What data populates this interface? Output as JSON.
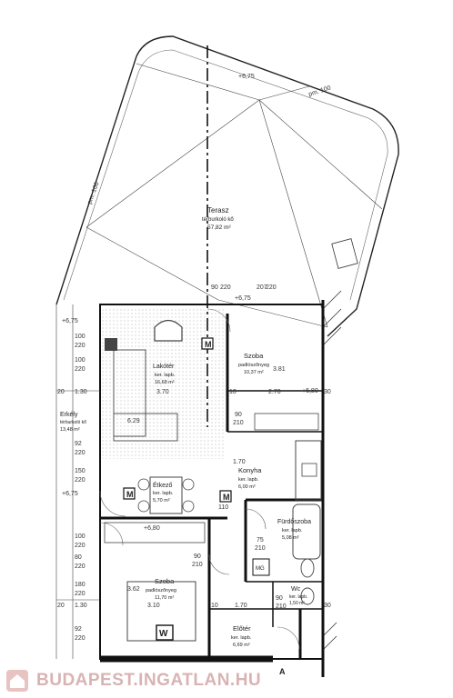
{
  "rooms": [
    {
      "id": "terasz",
      "name": "Terasz",
      "material": "térburkoló kő",
      "area": "57,82 m²"
    },
    {
      "id": "nappali",
      "name": "Lakótér",
      "material": "ker. lapb.",
      "area": "16,68 m²"
    },
    {
      "id": "szoba1",
      "name": "Szoba",
      "material": "padlószőnyeg",
      "area": "10,37 m²"
    },
    {
      "id": "erkely",
      "name": "Erkély",
      "material": "térburkoló kő",
      "area": "13,48 m²"
    },
    {
      "id": "etkezo",
      "name": "Étkező",
      "material": "ker. lapb.",
      "area": "5,70 m²"
    },
    {
      "id": "konyha",
      "name": "Konyha",
      "material": "ker. lapb.",
      "area": "6,00 m²"
    },
    {
      "id": "furdo",
      "name": "Fürdőszoba",
      "material": "ker. lapb.",
      "area": "5,08 m²"
    },
    {
      "id": "szoba2",
      "name": "Szoba",
      "material": "padlószőnyeg",
      "area": "11,70 m²"
    },
    {
      "id": "wc",
      "name": "Wc",
      "material": "ker. lapb.",
      "area": "1,50 m²"
    },
    {
      "id": "eloter",
      "name": "Előtér",
      "material": "ker. lapb.",
      "area": "6,69 m²"
    }
  ],
  "levels": [
    "+6,75",
    "+6,75",
    "+6,75",
    "+6,80",
    "+6,80",
    "+6,75"
  ],
  "dimensions": {
    "row1": [
      "20",
      "1.30",
      "3.70",
      "10",
      "2.70",
      "30"
    ],
    "row2": [
      "20",
      "1.30",
      "3.10",
      "10",
      "1.70",
      "30"
    ],
    "left_col": [
      "100",
      "220",
      "100",
      "220",
      "92",
      "220",
      "150",
      "220",
      "100",
      "220",
      "80",
      "220",
      "180",
      "220",
      "92",
      "220"
    ],
    "door_a": [
      "90",
      "210"
    ],
    "door_b": [
      "90",
      "210"
    ],
    "door_c": [
      "75",
      "210"
    ],
    "door_d": [
      "90",
      "210"
    ],
    "misc": [
      "3.81",
      "6.29",
      "3.62",
      "110",
      "1.70",
      "207",
      "220",
      "90",
      "220"
    ]
  },
  "fixtures": {
    "m1": "M",
    "m2": "M",
    "m3": "M",
    "mg": "MG",
    "w": "W",
    "a": "A"
  },
  "boundary": {
    "pm1": "pm. 100",
    "pm2": "pm. 100"
  },
  "watermark": {
    "text": "BUDAPEST.INGATLAN.HU"
  }
}
